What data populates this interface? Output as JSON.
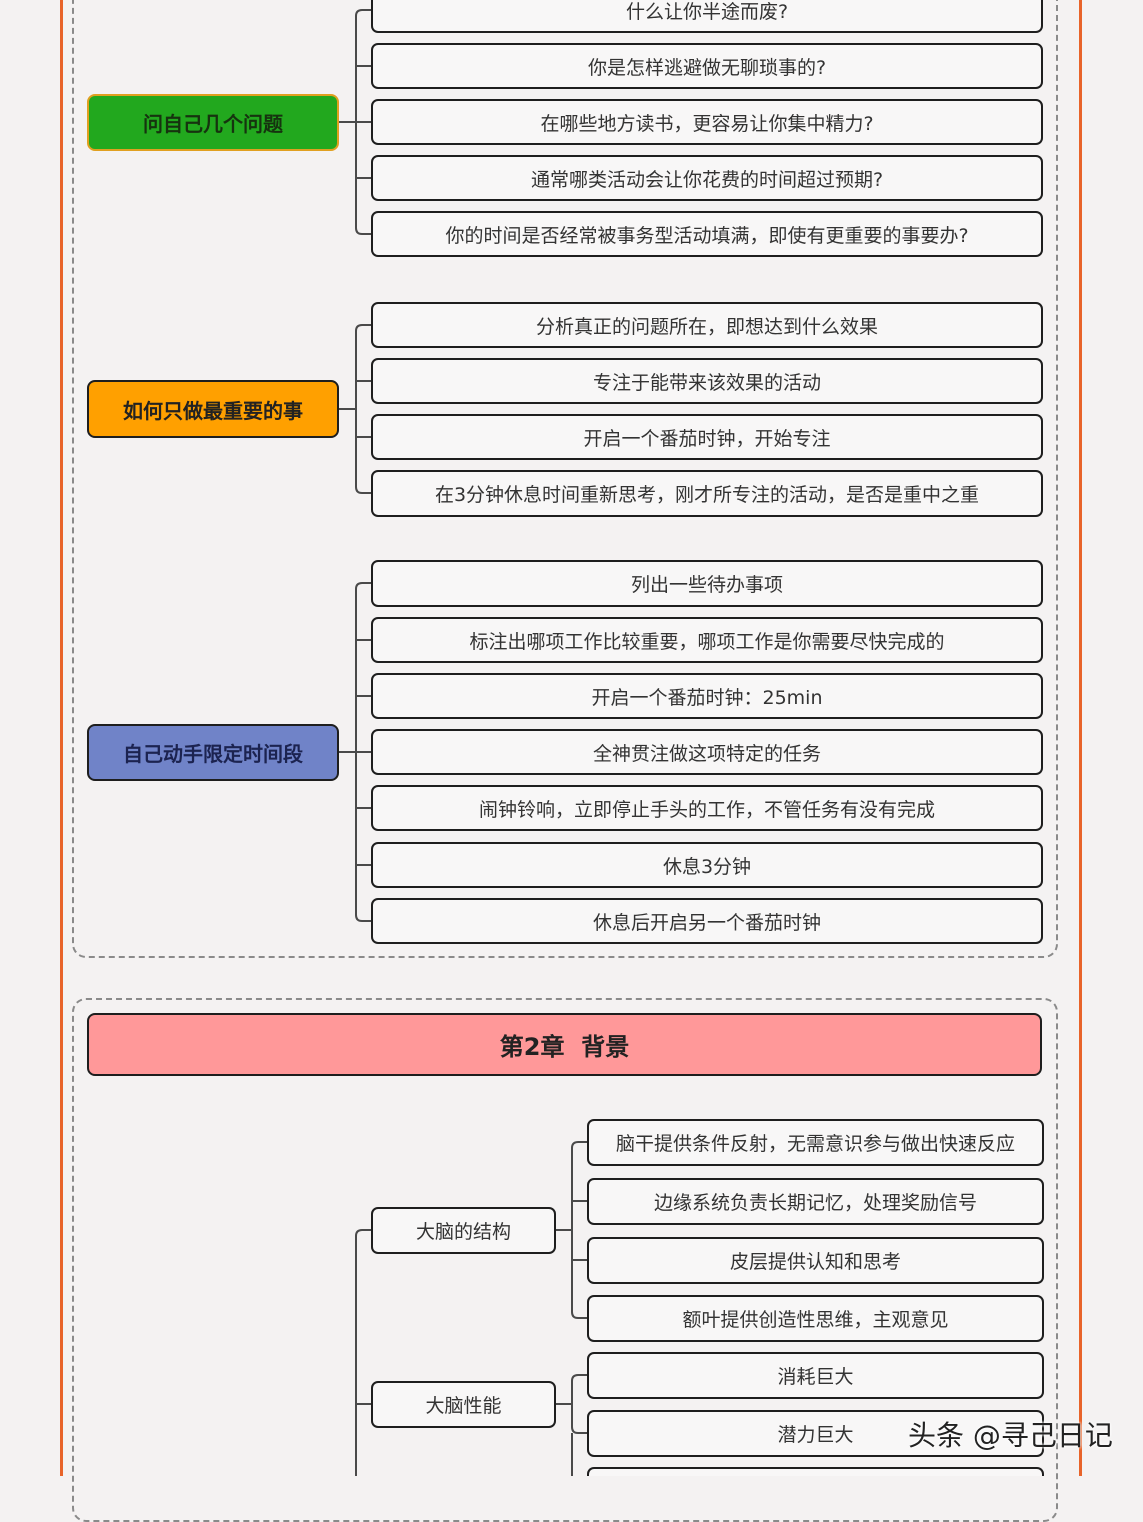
{
  "colors": {
    "frame": "#e8642a",
    "branch1": "#22a81e",
    "branch2": "#ffa000",
    "branch3": "#7083c8",
    "chapter2": "#ff9899"
  },
  "branches": [
    {
      "label": "问自己几个问题",
      "items": [
        "什么让你半途而废?",
        "你是怎样逃避做无聊琐事的?",
        "在哪些地方读书，更容易让你集中精力?",
        "通常哪类活动会让你花费的时间超过预期?",
        "你的时间是否经常被事务型活动填满，即使有更重要的事要办?"
      ]
    },
    {
      "label": "如何只做最重要的事",
      "items": [
        "分析真正的问题所在，即想达到什么效果",
        "专注于能带来该效果的活动",
        "开启一个番茄时钟，开始专注",
        "在3分钟休息时间重新思考，刚才所专注的活动，是否是重中之重"
      ]
    },
    {
      "label": "自己动手限定时间段",
      "items": [
        "列出一些待办事项",
        "标注出哪项工作比较重要，哪项工作是你需要尽快完成的",
        "开启一个番茄时钟：25min",
        "全神贯注做这项特定的任务",
        "闹钟铃响，立即停止手头的工作，不管任务有没有完成",
        "休息3分钟",
        "休息后开启另一个番茄时钟"
      ]
    }
  ],
  "chapter2": {
    "title": "第2章  背景",
    "subs": [
      {
        "label": "大脑的结构",
        "items": [
          "脑干提供条件反射，无需意识参与做出快速反应",
          "边缘系统负责长期记忆，处理奖励信号",
          "皮层提供认知和思考",
          "额叶提供创造性思维，主观意见"
        ]
      },
      {
        "label": "大脑性能",
        "items": [
          "消耗巨大",
          "潜力巨大"
        ]
      }
    ]
  },
  "watermark": "头条 @寻己日记"
}
